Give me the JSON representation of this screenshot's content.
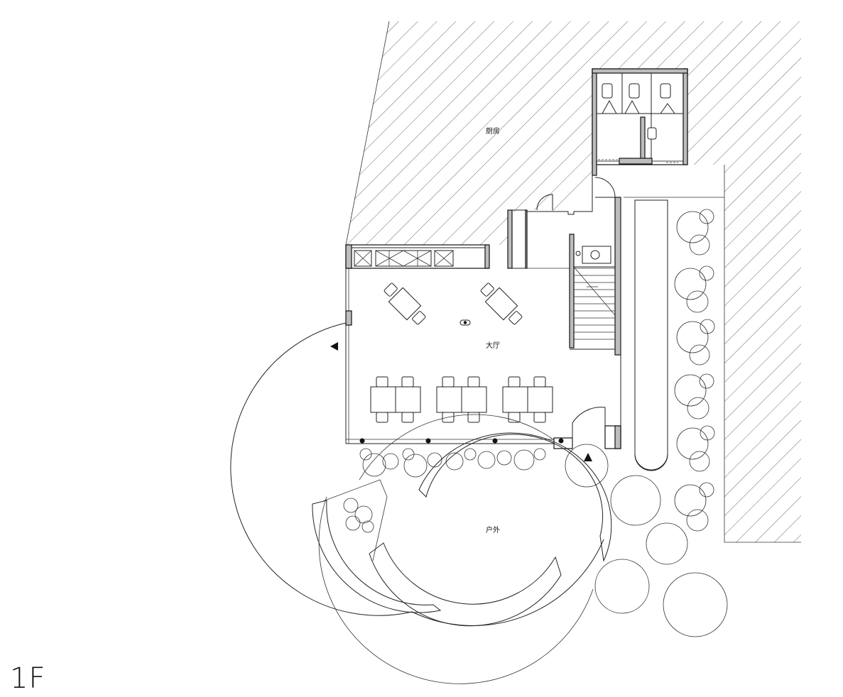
{
  "rooms": {
    "kitchen": "厨房",
    "hall": "大厅",
    "outdoor": "户外"
  },
  "floor_label": "1F"
}
